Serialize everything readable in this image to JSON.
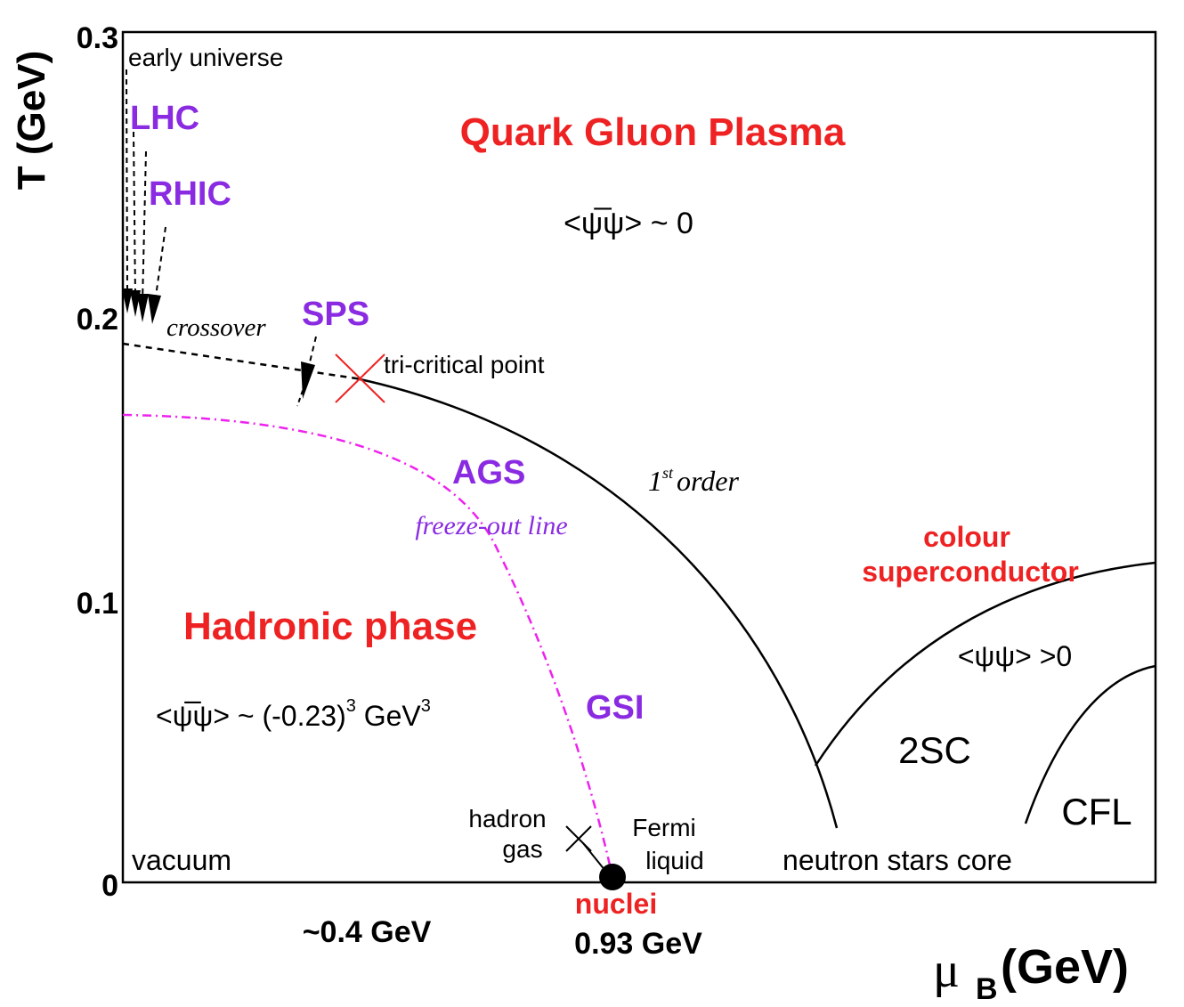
{
  "axes": {
    "y_label": "T (GeV)",
    "x_label_mu": "μ",
    "x_label_sub": "B",
    "x_label_unit": "(GeV)",
    "y_ticks": [
      "0.3",
      "0.2",
      "0.1",
      "0"
    ],
    "x_marks": [
      "~0.4 GeV",
      "0.93 GeV"
    ]
  },
  "regions": {
    "qgp": "Quark Gluon Plasma",
    "qgp_condensate": "<ψ̅ψ> ~ 0",
    "hadronic": "Hadronic phase",
    "hadronic_condensate_a": "<ψ̅ψ> ~ (-0.23)",
    "hadronic_condensate_exp": "3",
    "hadronic_condensate_b": " GeV",
    "hadronic_condensate_exp2": "3",
    "colour_sc_line1": "colour",
    "colour_sc_line2": "superconductor",
    "cs_condensate": "<ψψ> >0",
    "two_sc": "2SC",
    "cfl": "CFL",
    "vacuum": "vacuum",
    "neutron": "neutron stars core"
  },
  "experiments": {
    "early": "early universe",
    "lhc": "LHC",
    "rhic": "RHIC",
    "sps": "SPS",
    "ags": "AGS",
    "gsi": "GSI"
  },
  "annotations": {
    "crossover": "crossover",
    "tricritical": "tri-critical point",
    "first_order_num": "1",
    "first_order_sup": "st",
    "first_order_word": "order",
    "freezeout": "freeze-out line",
    "hadron_gas_1": "hadron",
    "hadron_gas_2": "gas",
    "fermi_1": "Fermi",
    "fermi_2": "liquid",
    "nuclei": "nuclei"
  },
  "colors": {
    "red_label": "#ee2222",
    "purple_label": "#8a2be2",
    "freezeout_line": "#ee22ee",
    "tricritical_marker": "#ee2222",
    "line": "#000000"
  }
}
